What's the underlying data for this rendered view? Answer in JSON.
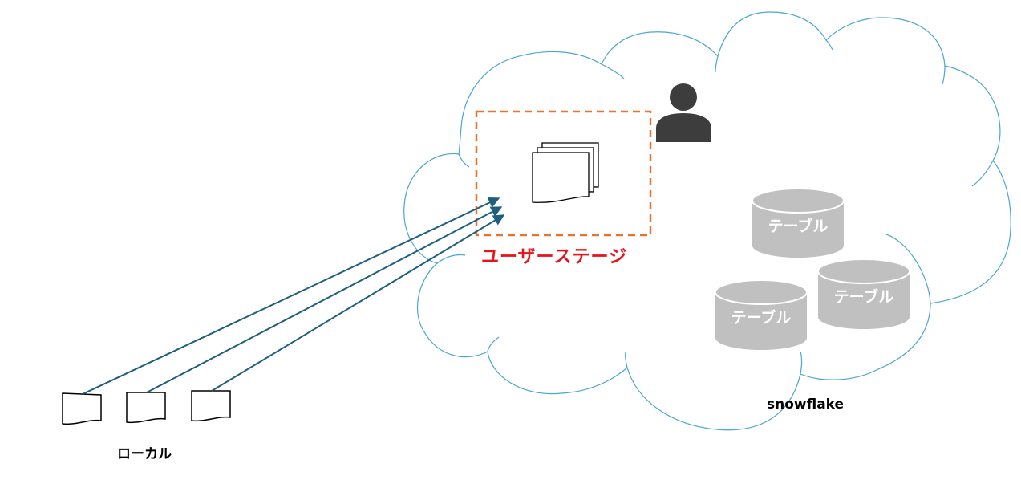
{
  "labels": {
    "local": "ローカル",
    "snowflake": "snowflake",
    "user_stage": "ユーザーステージ",
    "table": "テーブル"
  },
  "icons": {
    "person": "person-icon",
    "stage_files": "stacked-documents-icon",
    "local_file": "document-icon",
    "table": "database-cylinder-icon"
  },
  "colors": {
    "cloud_stroke": "#4aa6d2",
    "arrow": "#1f5f7e",
    "stage_box": "#e8732f",
    "stage_label": "#e8121a",
    "cylinder": "#c0c0c0",
    "person": "#3d3d3d"
  }
}
